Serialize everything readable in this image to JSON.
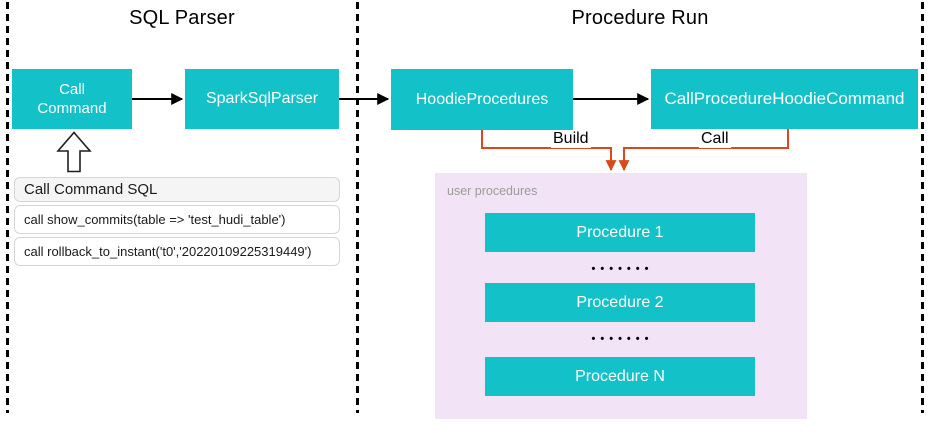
{
  "colors": {
    "node_teal": "#13c2c9",
    "connector_orange": "#d94a18",
    "panel_lavender": "#f2e4f6",
    "sql_header_gray": "#f5f5f5",
    "flow_arrow_black": "#000000"
  },
  "sql_parser": {
    "title": "SQL Parser",
    "call_command": "Call\nCommand",
    "spark_sql_parser": "SparkSqlParser",
    "sql_panel": {
      "header": "Call Command SQL",
      "rows": [
        "call show_commits(table => 'test_hudi_table')",
        "call rollback_to_instant('t0','20220109225319449')"
      ]
    }
  },
  "procedure_run": {
    "title": "Procedure Run",
    "hoodie_procedures": "HoodieProcedures",
    "call_procedure_hoodie_command": "CallProcedureHoodieCommand",
    "build_label": "Build",
    "call_label": "Call",
    "user_procedures": {
      "label": "user procedures",
      "items": [
        "Procedure 1",
        "Procedure 2",
        "Procedure N"
      ],
      "ellipsis": "•••••••"
    }
  }
}
